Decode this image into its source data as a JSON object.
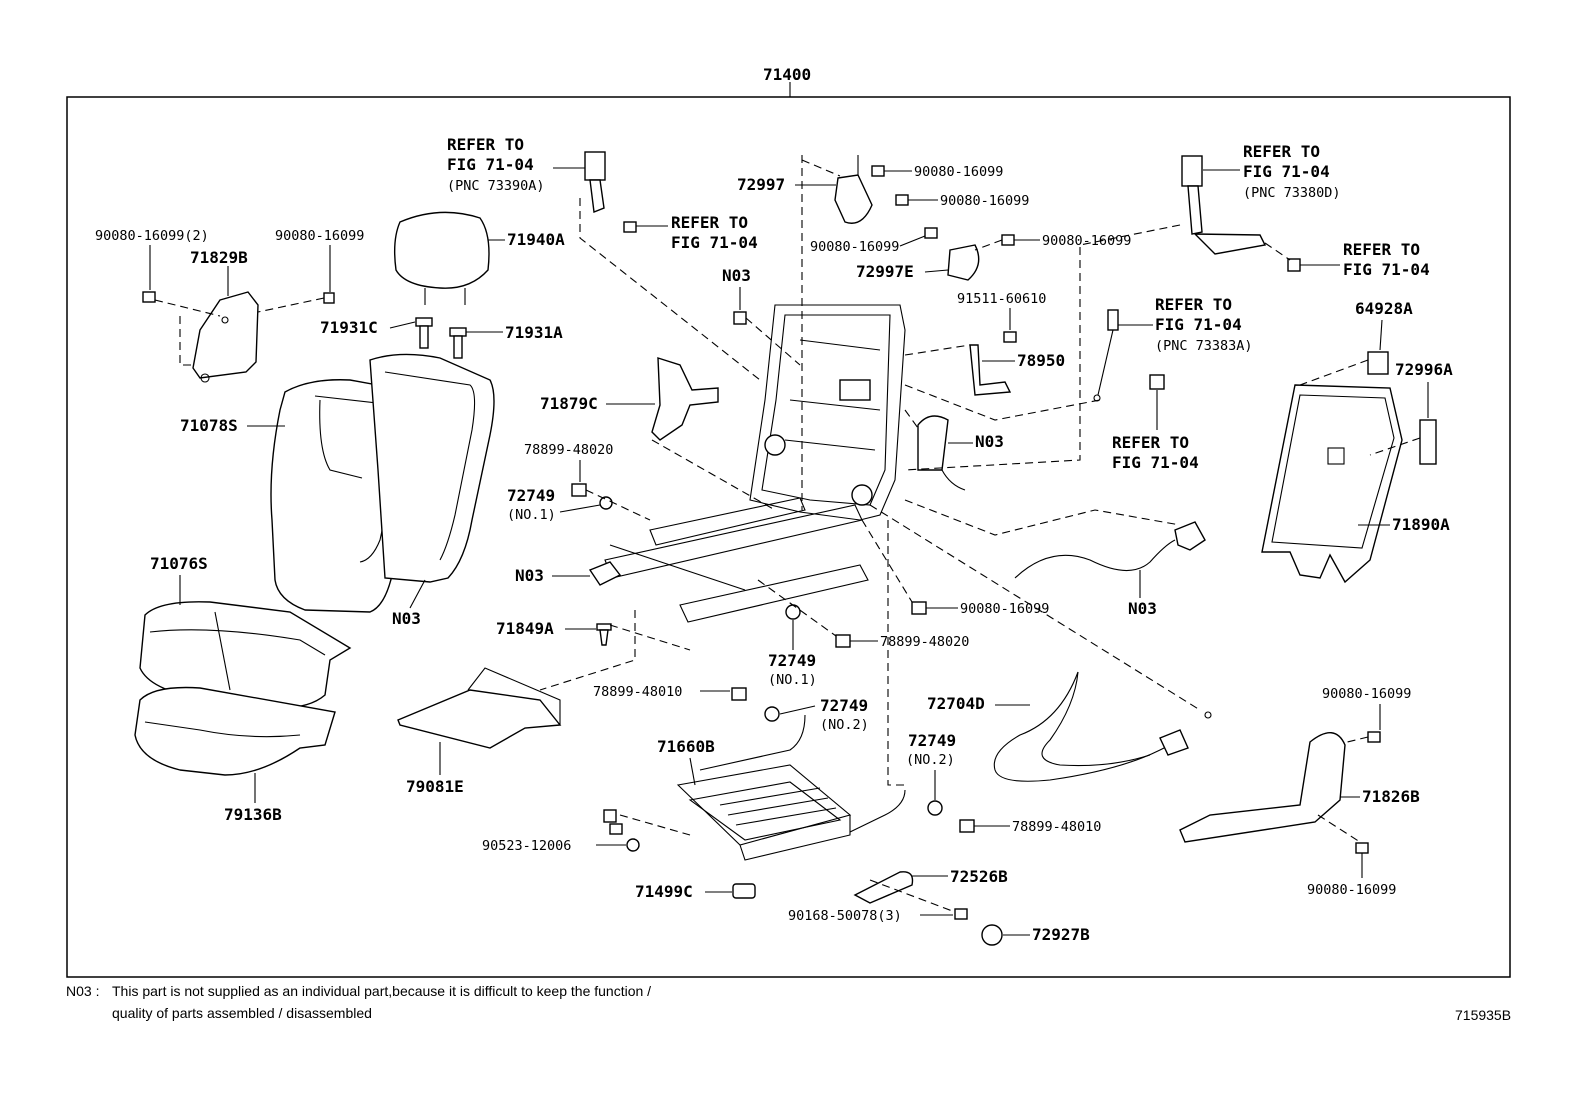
{
  "assembly_number": "71400",
  "figure_number": "715935B",
  "footnote": {
    "code": "N03 :",
    "line1": "This part is not supplied as an individual part,because it is difficult to keep the function /",
    "line2": "quality of parts assembled / disassembled"
  },
  "labels": {
    "p90080_16099_2": "90080-16099(2)",
    "p71829B": "71829B",
    "p90080_16099_a": "90080-16099",
    "p71940A": "71940A",
    "p71931C": "71931C",
    "p71931A": "71931A",
    "p71078S": "71078S",
    "n03_back": "N03",
    "p71076S": "71076S",
    "p79136B": "79136B",
    "refer_a1": "REFER TO",
    "refer_a2": "FIG 71-04",
    "refer_a3": "(PNC 73390A)",
    "refer_b1": "REFER TO",
    "refer_b2": "FIG 71-04",
    "p72997": "72997",
    "p90080_16099_b": "90080-16099",
    "p90080_16099_c": "90080-16099",
    "p90080_16099_d": "90080-16099",
    "p90080_16099_e": "90080-16099",
    "p72997E": "72997E",
    "n03_top": "N03",
    "p91511_60610": "91511-60610",
    "p78950": "78950",
    "p71879C": "71879C",
    "p78899_48020_a": "78899-48020",
    "p72749_a": "72749",
    "no1_a": "(NO.1)",
    "n03_rail": "N03",
    "p71849A": "71849A",
    "p79081E": "79081E",
    "p72749_b": "72749",
    "no1_b": "(NO.1)",
    "p78899_48020_b": "78899-48020",
    "p90080_16099_f": "90080-16099",
    "p78899_48010_a": "78899-48010",
    "p72749_c": "72749",
    "no2_a": "(NO.2)",
    "p71660B": "71660B",
    "p90523_12006": "90523-12006",
    "p71499C": "71499C",
    "p72749_d": "72749",
    "no2_b": "(NO.2)",
    "p78899_48010_b": "78899-48010",
    "p72526B": "72526B",
    "p90168_50078_3": "90168-50078(3)",
    "p72927B": "72927B",
    "p72704D": "72704D",
    "refer_c1": "REFER TO",
    "refer_c2": "FIG 71-04",
    "refer_c3": "(PNC 73380D)",
    "refer_d1": "REFER TO",
    "refer_d2": "FIG 71-04",
    "refer_e1": "REFER TO",
    "refer_e2": "FIG 71-04",
    "refer_e3": "(PNC 73383A)",
    "n03_side": "N03",
    "refer_f1": "REFER TO",
    "refer_f2": "FIG 71-04",
    "n03_cable": "N03",
    "p64928A": "64928A",
    "p72996A": "72996A",
    "p71890A": "71890A",
    "p90080_16099_g": "90080-16099",
    "p71826B": "71826B",
    "p90080_16099_h": "90080-16099"
  }
}
